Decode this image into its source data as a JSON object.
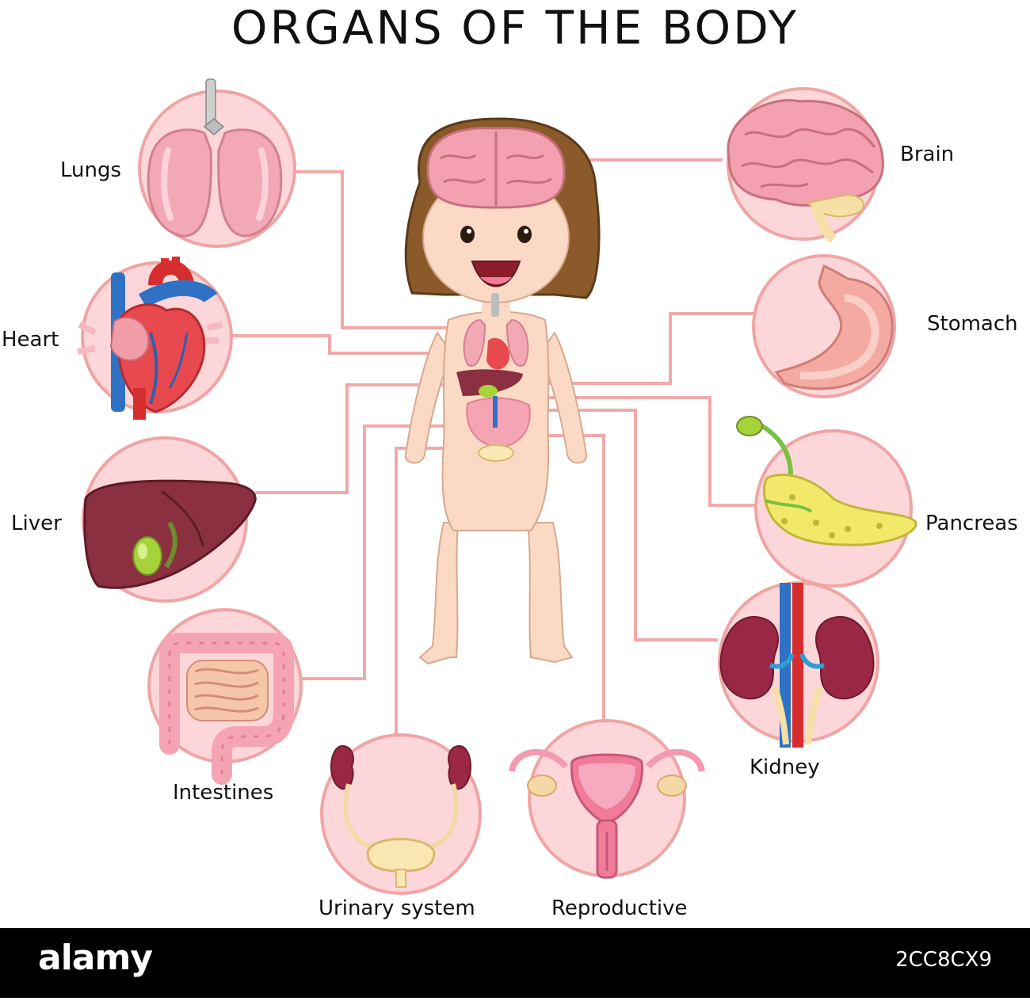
{
  "title": "ORGANS OF THE BODY",
  "labels": {
    "lungs": "Lungs",
    "heart": "Heart",
    "liver": "Liver",
    "intestines": "Intestines",
    "urinary": "Urinary system",
    "reproductive": "Reproductive",
    "brain": "Brain",
    "stomach": "Stomach",
    "pancreas": "Pancreas",
    "kidney": "Kidney"
  },
  "footer": {
    "brand": "alamy",
    "code": "2CC8CX9"
  },
  "colors": {
    "circle_fill": "#fcd6d8",
    "circle_stroke": "#efa5a5",
    "connector": "#f1a9a9",
    "skin": "#fcd9c4",
    "hair": "#8a5a2b"
  }
}
